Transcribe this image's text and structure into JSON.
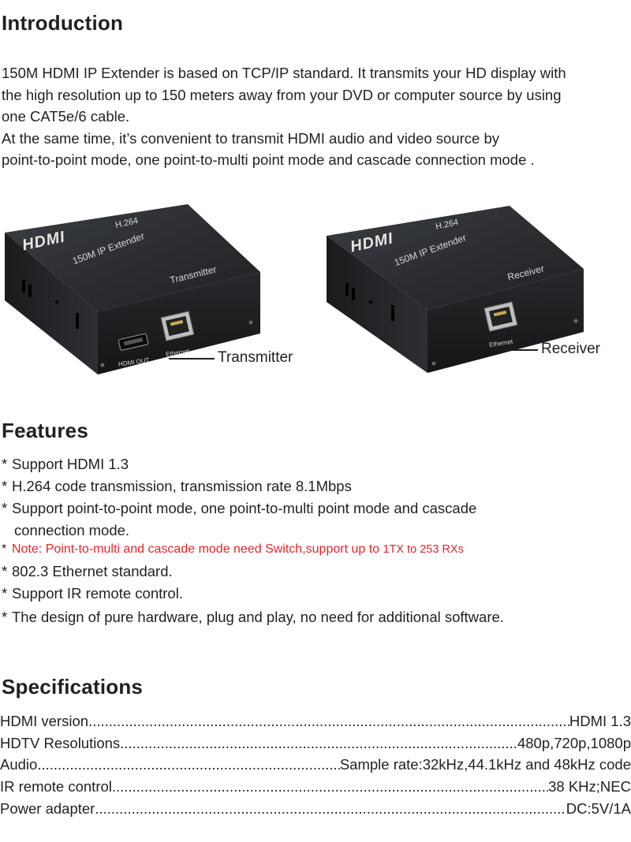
{
  "introduction": {
    "heading": "Introduction",
    "lines": [
      "150M HDMI IP Extender is based on TCP/IP standard. It transmits your HD display with",
      "the high resolution up to 150 meters away from your DVD or computer source by using",
      "one CAT5e/6 cable.",
      "At the same time, it’s convenient to transmit HDMI audio and video source by",
      "point-to-point mode, one point-to-multi point mode and cascade connection mode ."
    ]
  },
  "devices": {
    "transmitter": {
      "logo": "HDMI",
      "codec": "H.264",
      "model": "150M IP Extender",
      "role": "Transmitter",
      "port_hdmi": "HDMI OUT",
      "port_ethernet": "Ethernet",
      "callout": "Transmitter"
    },
    "receiver": {
      "logo": "HDMI",
      "codec": "H.264",
      "model": "150M IP Extender",
      "role": "Receiver",
      "port_ethernet": "Ethernet",
      "callout": "Receiver"
    },
    "colors": {
      "body": "#2a2c2f",
      "edge": "#111214",
      "text": "#d8d8d8"
    }
  },
  "features": {
    "heading": "Features",
    "star": "*",
    "items": [
      "Support HDMI 1.3",
      "H.264 code transmission, transmission rate 8.1Mbps",
      "Support point-to-point mode, one point-to-multi point mode and cascade",
      "connection mode.",
      "802.3 Ethernet standard.",
      "Support IR remote control.",
      "The design of pure hardware, plug and play, no need for additional software."
    ],
    "note": {
      "text": "Note: Point-to-multi and cascade mode need Switch,support up to",
      "tail": "1TX to 253 RXs",
      "color": "#e4262a"
    }
  },
  "specifications": {
    "heading": "Specifications",
    "rows": [
      {
        "label": "HDMI version",
        "value": "HDMI 1.3"
      },
      {
        "label": "HDTV Resolutions",
        "value": "480p,720p,1080p"
      },
      {
        "label": "Audio",
        "value": "Sample rate:32kHz,44.1kHz and 48kHz code"
      },
      {
        "label": "IR remote control",
        "value": "38 KHz;NEC"
      },
      {
        "label": "Power adapter",
        "value": "DC:5V/1A"
      }
    ]
  }
}
